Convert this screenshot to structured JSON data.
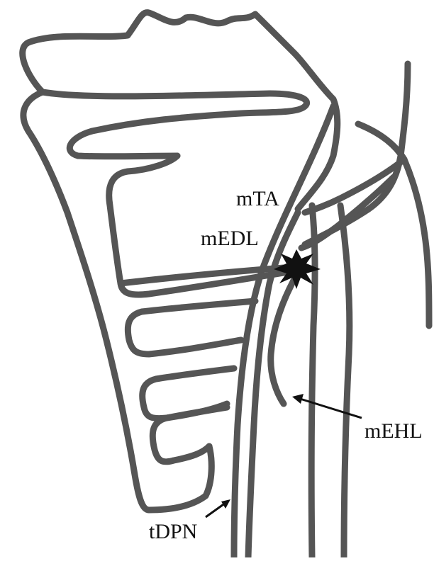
{
  "diagram": {
    "labels": {
      "mta": "mTA",
      "medl": "mEDL",
      "mehl": "mEHL",
      "tdpn": "tDPN"
    },
    "colors": {
      "stroke": "#555555",
      "star": "#111111",
      "text": "#111111",
      "background": "#ffffff"
    }
  }
}
